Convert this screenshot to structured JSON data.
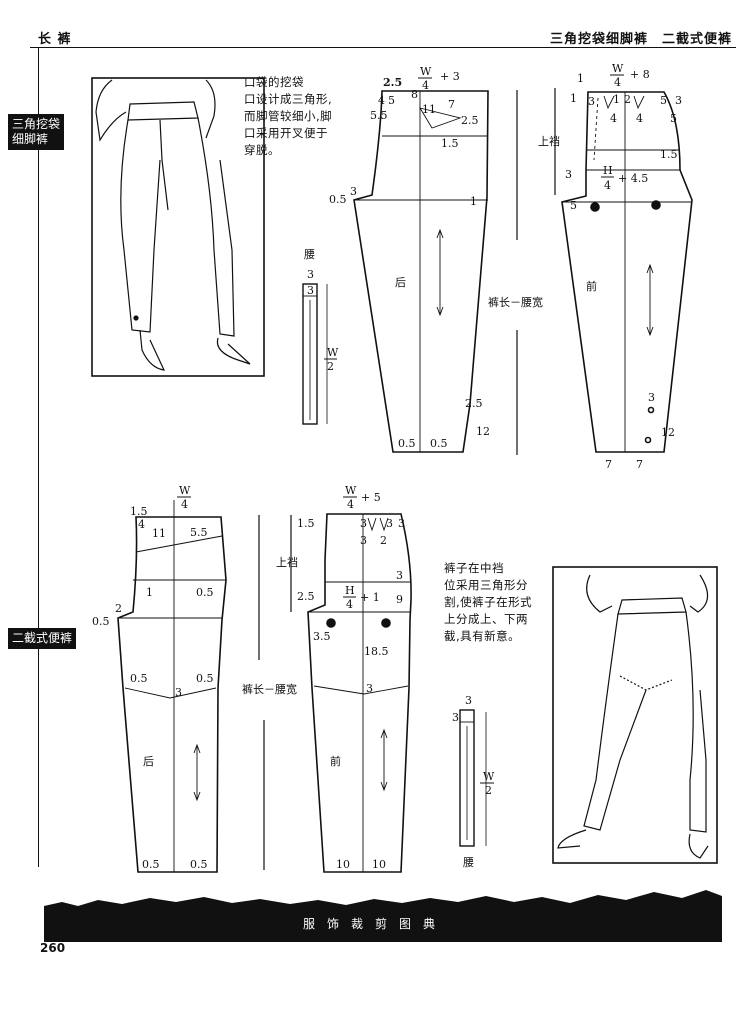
{
  "header": {
    "left": "长 裤",
    "right": "三角挖袋细脚裤　二截式便裤"
  },
  "tabs": {
    "first": [
      "三角挖袋",
      "细脚裤"
    ],
    "second": "二截式便裤"
  },
  "notes": {
    "first": [
      "口袋的挖袋",
      "口设计成三角形,",
      "而脚管较细小,脚",
      "口采用开叉便于",
      "穿脱。"
    ],
    "second": [
      "裤子在中裆",
      "位采用三角形分",
      "割,使裤子在形式",
      "上分成上、下两",
      "截,具有新意。"
    ]
  },
  "labels": {
    "back": "后",
    "front": "前",
    "waistband": "腰",
    "rise": "上裆",
    "length": "裤长－腰宽"
  },
  "dims": {
    "w": "W",
    "h": "H",
    "four": "4",
    "two": "2",
    "p3": "+ 3",
    "p8": "+ 8",
    "p45": "+ 4.5",
    "p5": "+ 5",
    "p1": "+ 1",
    "d05": "0.5",
    "d1": "1",
    "d15": "1.5",
    "d2": "2",
    "d25": "2.5",
    "d3": "3",
    "d35": "3.5",
    "d4": "4",
    "d5": "5",
    "d55": "5.5",
    "d7": "7",
    "d8": "8",
    "d9": "9",
    "d10": "10",
    "d11": "11",
    "d12": "12",
    "d185": "18.5"
  },
  "footer": {
    "title": "服饰裁剪图典",
    "page": "260"
  }
}
